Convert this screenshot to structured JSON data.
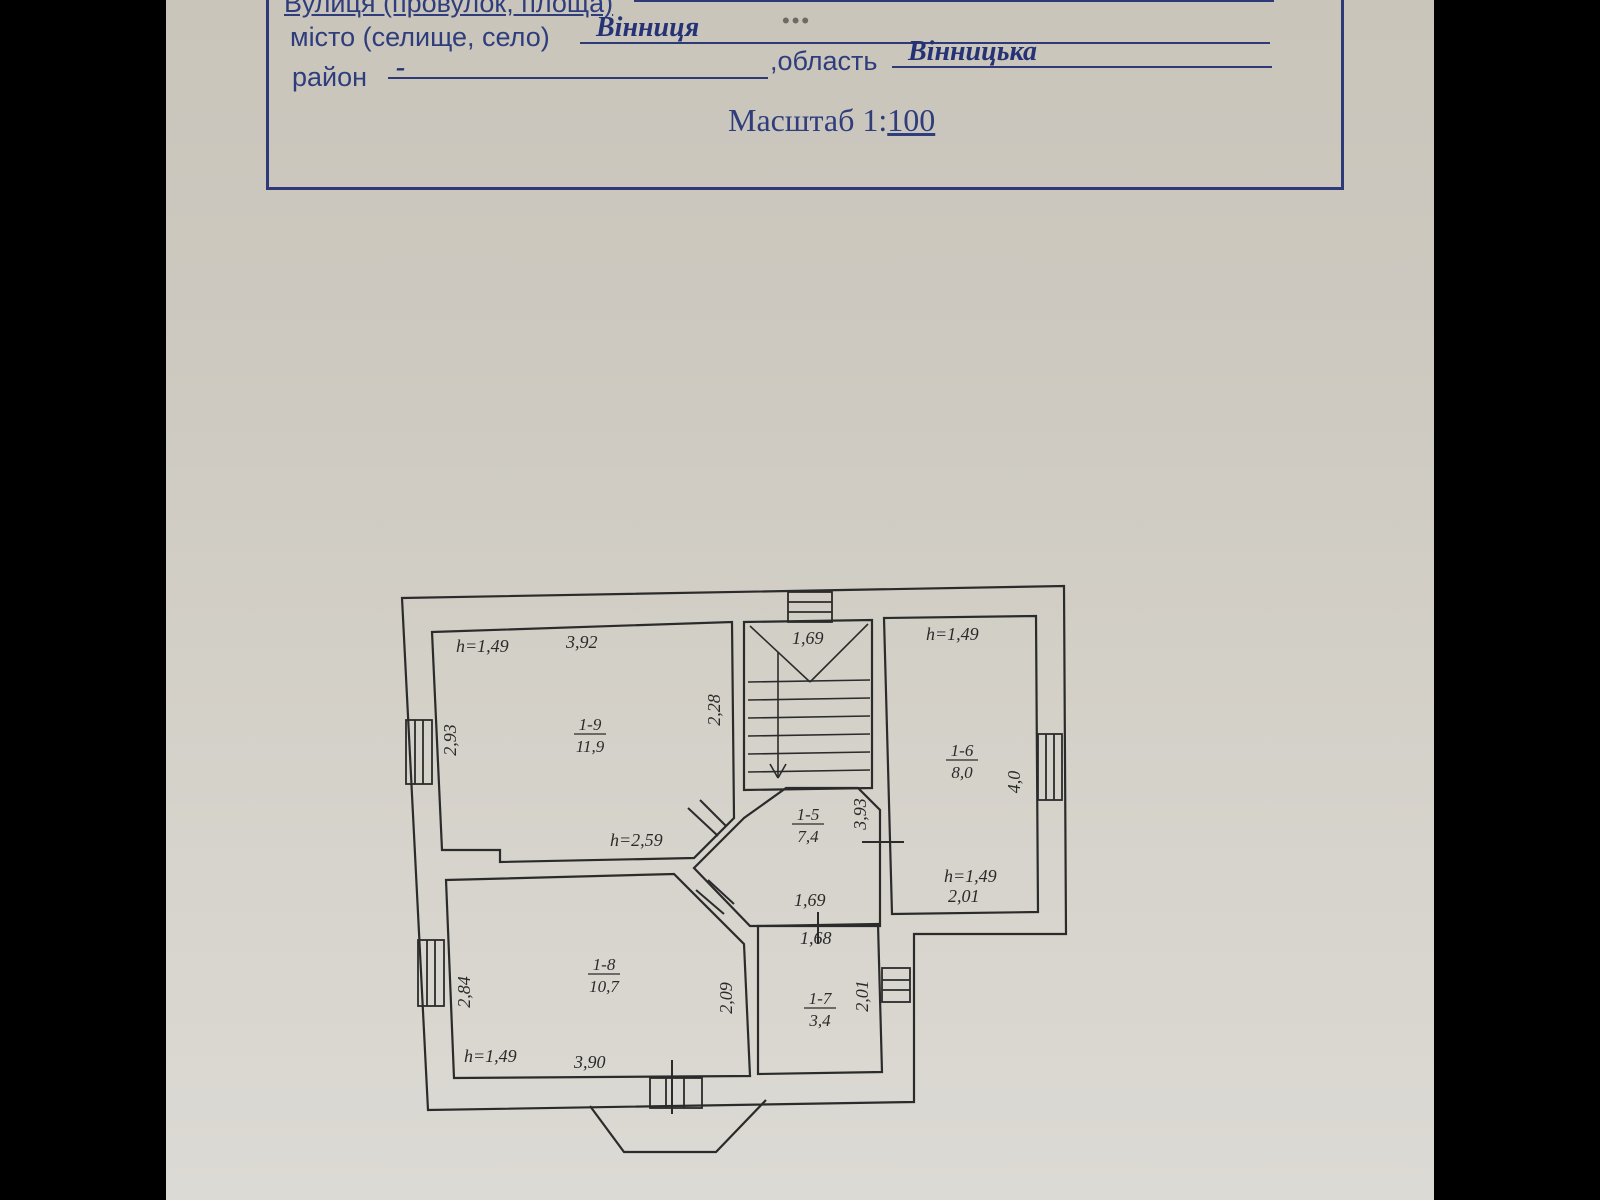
{
  "form": {
    "street_label": "Вулиця (провулок, площа)",
    "city_label": "місто (селище, село)",
    "city_value": "Вінниця",
    "district_label": "район",
    "district_value": "-",
    "region_label": ",область",
    "region_value": "Вінницька",
    "scale_prefix": "Масштаб 1:",
    "scale_value": "100",
    "ellipsis": "•••"
  },
  "plan": {
    "rooms": [
      {
        "id": "1-9",
        "area": "11,9"
      },
      {
        "id": "1-8",
        "area": "10,7"
      },
      {
        "id": "1-5",
        "area": "7,4"
      },
      {
        "id": "1-6",
        "area": "8,0"
      },
      {
        "id": "1-7",
        "area": "3,4"
      }
    ],
    "heights": [
      "h=1,49",
      "h=2,59",
      "h=1,49",
      "h=1,49",
      "h=1,49"
    ],
    "dimensions": {
      "r19_top": "3,92",
      "r19_right": "2,28",
      "r19_left": "2,93",
      "stair_top": "1,69",
      "r15_right": "3,93",
      "r15_bottom": "1,69",
      "r17_top": "1,68",
      "r16_right": "4,0",
      "r16_bottom": "2,01",
      "r18_left": "2,84",
      "r18_right": "2,09",
      "r18_bottom": "3,90",
      "r17_right": "2,01"
    }
  }
}
